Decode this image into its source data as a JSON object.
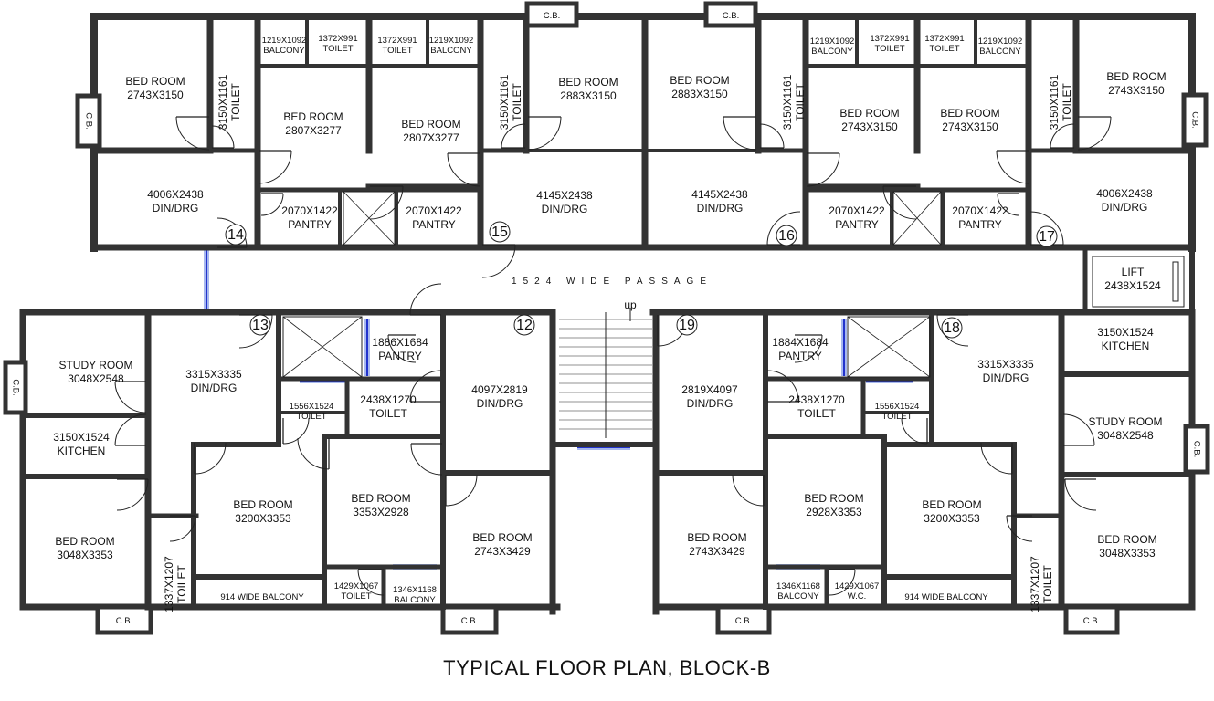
{
  "caption": "TYPICAL FLOOR PLAN, BLOCK-B",
  "colors": {
    "wall": "#333333",
    "window": "#2233cc",
    "window_light": "#a7b8ee",
    "line": "#222222"
  },
  "passage_label": "1524 WIDE PASSAGE",
  "stair_label": "up",
  "lift": [
    "LIFT",
    "2438X1524"
  ],
  "flat_numbers": [
    "14",
    "15",
    "16",
    "17",
    "13",
    "12",
    "19",
    "18"
  ],
  "upper_rooms": [
    [
      "BED ROOM",
      "2743X3150"
    ],
    [
      "3150X1161",
      "TOILET"
    ],
    [
      "BED ROOM",
      "2807X3277"
    ],
    [
      "BED ROOM",
      "2807X3277"
    ],
    [
      "3150X1161",
      "TOILET"
    ],
    [
      "BED ROOM",
      "2883X3150"
    ],
    [
      "BED ROOM",
      "2883X3150"
    ],
    [
      "3150X1161",
      "TOILET"
    ],
    [
      "BED ROOM",
      "2743X3150"
    ],
    [
      "BED ROOM",
      "2743X3150"
    ],
    [
      "3150X1161",
      "TOILET"
    ],
    [
      "BED ROOM",
      "2743X3150"
    ],
    [
      "4006X2438",
      "DIN/DRG"
    ],
    [
      "2070X1422",
      "PANTRY"
    ],
    [
      "2070X1422",
      "PANTRY"
    ],
    [
      "4145X2438",
      "DIN/DRG"
    ],
    [
      "4145X2438",
      "DIN/DRG"
    ],
    [
      "2070X1422",
      "PANTRY"
    ],
    [
      "2070X1422",
      "PANTRY"
    ],
    [
      "4006X2438",
      "DIN/DRG"
    ]
  ],
  "upper_small": [
    [
      "1219X1092",
      "BALCONY"
    ],
    [
      "1372X991",
      "TOILET"
    ],
    [
      "1372X991",
      "TOILET"
    ],
    [
      "1219X1092",
      "BALCONY"
    ],
    [
      "1219X1092",
      "BALCONY"
    ],
    [
      "1372X991",
      "TOILET"
    ],
    [
      "1372X991",
      "TOILET"
    ],
    [
      "1219X1092",
      "BALCONY"
    ]
  ],
  "lower_rooms": [
    [
      "STUDY ROOM",
      "3048X2548"
    ],
    [
      "3150X1524",
      "KITCHEN"
    ],
    [
      "BED ROOM",
      "3048X3353"
    ],
    [
      "3315X3335",
      "DIN/DRG"
    ],
    [
      "BED ROOM",
      "3200X3353"
    ],
    [
      "1886X1684",
      "PANTRY"
    ],
    [
      "2438X1270",
      "TOILET"
    ],
    [
      "BED ROOM",
      "3353X2928"
    ],
    [
      "4097X2819",
      "DIN/DRG"
    ],
    [
      "BED ROOM",
      "2743X3429"
    ],
    [
      "2819X4097",
      "DIN/DRG"
    ],
    [
      "BED ROOM",
      "2743X3429"
    ],
    [
      "1884X1684",
      "PANTRY"
    ],
    [
      "2438X1270",
      "TOILET"
    ],
    [
      "BED ROOM",
      "2928X3353"
    ],
    [
      "BED ROOM",
      "3200X3353"
    ],
    [
      "3315X3335",
      "DIN/DRG"
    ],
    [
      "3150X1524",
      "KITCHEN"
    ],
    [
      "STUDY ROOM",
      "3048X2548"
    ],
    [
      "BED ROOM",
      "3048X3353"
    ]
  ],
  "lower_small": [
    [
      "1556X1524",
      "TOILET"
    ],
    [
      "1429X1067",
      "TOILET"
    ],
    [
      "1346X1168",
      "BALCONY"
    ],
    [
      "1556X1524",
      "TOILET"
    ],
    [
      "1346X1168",
      "BALCONY"
    ],
    [
      "1429X1067",
      "W.C."
    ]
  ],
  "lower_vertical": [
    [
      "1337X1207",
      "TOILET"
    ],
    [
      "1337X1207",
      "TOILET"
    ]
  ],
  "balconies": [
    "914  WIDE  BALCONY",
    "914  WIDE  BALCONY"
  ],
  "cb_label": "C.B."
}
